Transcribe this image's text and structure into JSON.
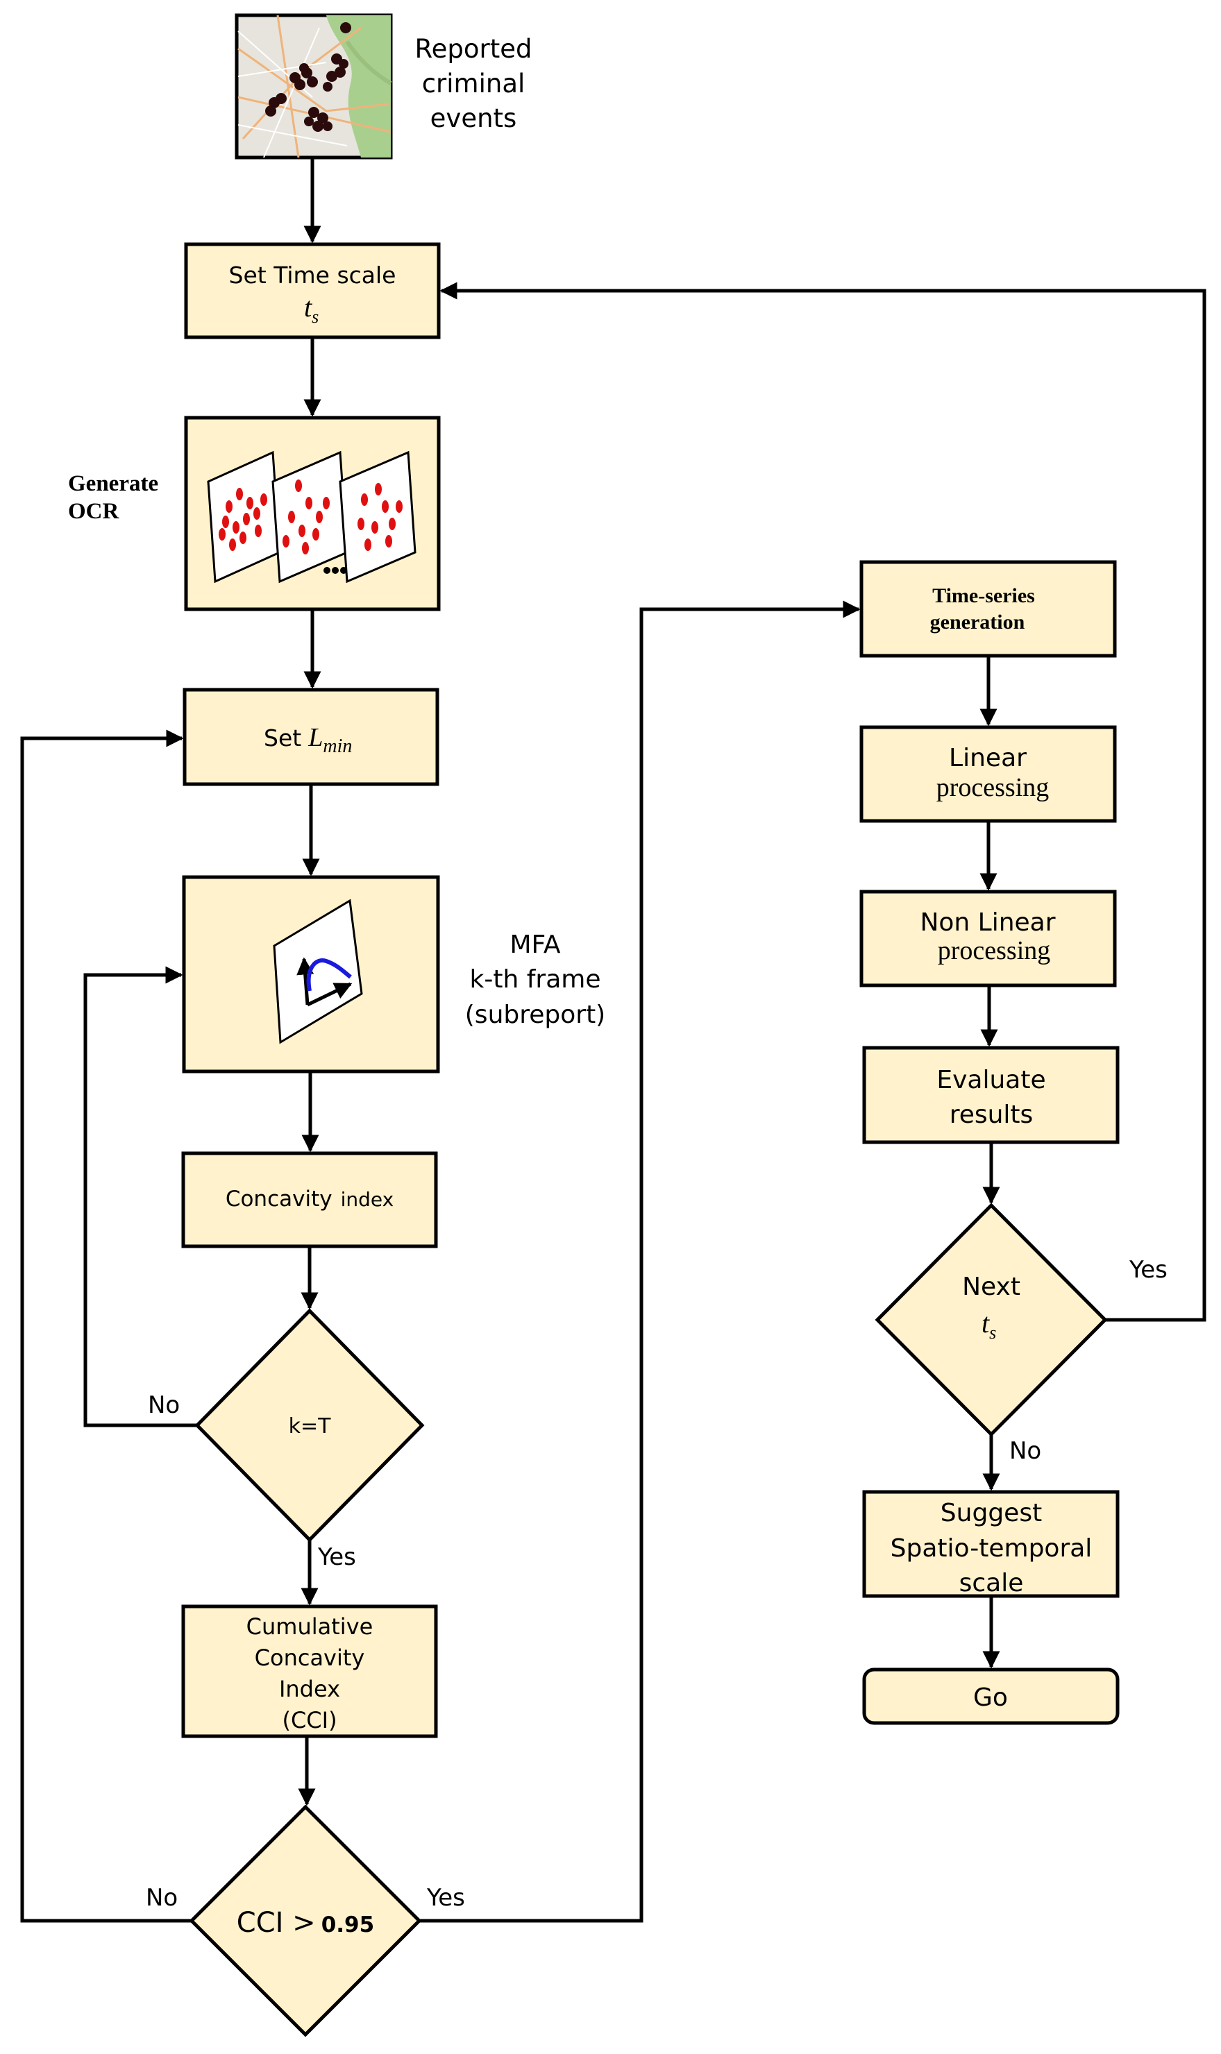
{
  "labels": {
    "reported": [
      "Reported",
      "criminal",
      "events"
    ],
    "set_time_scale": "Set Time scale",
    "ts_var": "t",
    "ts_sub": "s",
    "generate_ocr": [
      "Generate",
      "OCR"
    ],
    "set_lmin": "Set",
    "lmin_var": "L",
    "lmin_sub": "min",
    "mfa": [
      "MFA",
      "k-th frame",
      "(subreport)"
    ],
    "concavity": "Concavity",
    "concavity_index": "index",
    "k_eq_t": "k=T",
    "cci_box": [
      "Cumulative",
      "Concavity",
      "Index",
      "(CCI)"
    ],
    "cci_cond": "CCI >",
    "cci_threshold": "0.95",
    "time_series": [
      "Time-series",
      "generation"
    ],
    "linear": [
      "Linear",
      "processing"
    ],
    "non_linear": [
      "Non Linear",
      "processing"
    ],
    "evaluate": [
      "Evaluate",
      "results"
    ],
    "next": "Next",
    "suggest": [
      "Suggest",
      "Spatio-temporal",
      "scale"
    ],
    "go": "Go",
    "yes": "Yes",
    "no": "No"
  },
  "colors": {
    "box_fill": "#fff2cc",
    "stroke": "#000000",
    "event_dot": "#d40000",
    "curve": "#1a1adf"
  }
}
